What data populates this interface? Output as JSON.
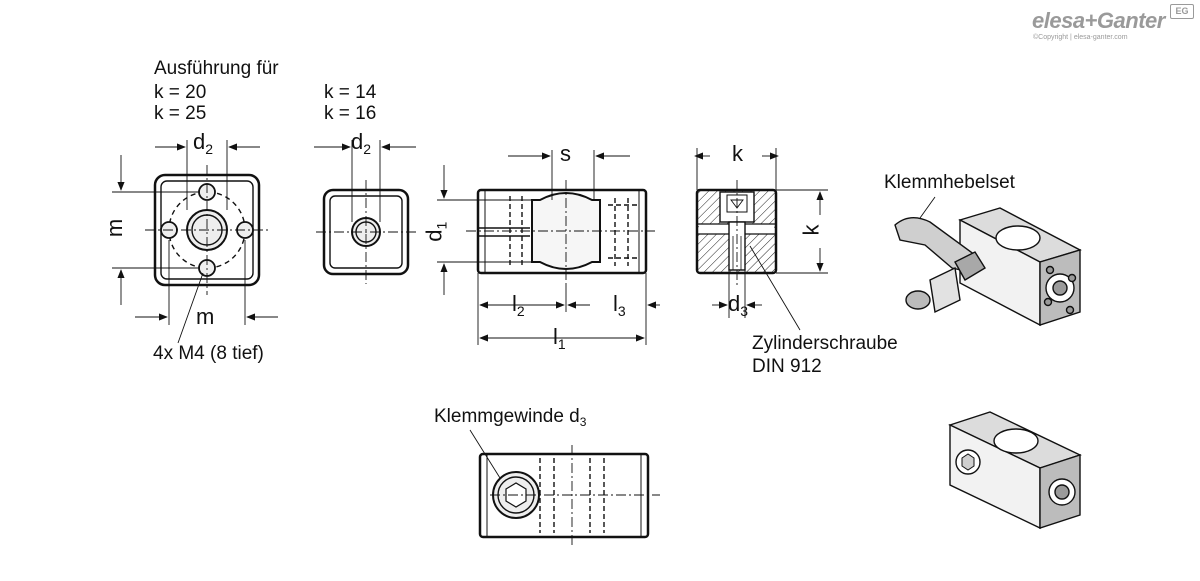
{
  "brand": {
    "logo_text": "elesa+Ganter",
    "badge": "EG",
    "copyright": "©Copyright | elesa-ganter.com"
  },
  "labels": {
    "version_for": "Ausführung für",
    "k20": "k = 20",
    "k25": "k = 25",
    "k14": "k = 14",
    "k16": "k = 16",
    "thread_holes": "4x M4 (8 tief)",
    "screw_line1": "Zylinderschraube",
    "screw_line2": "DIN 912",
    "lever_set": "Klemmhebelset",
    "clamp_thread": "Klemmgewinde d",
    "clamp_thread_sub": "3"
  },
  "dimensions": {
    "d2_main": "d",
    "d2_sub": "2",
    "m": "m",
    "s": "s",
    "k": "k",
    "d1_main": "d",
    "d1_sub": "1",
    "l1_main": "l",
    "l1_sub": "1",
    "l2_main": "l",
    "l2_sub": "2",
    "l3_main": "l",
    "l3_sub": "3",
    "d3_main": "d",
    "d3_sub": "3"
  }
}
